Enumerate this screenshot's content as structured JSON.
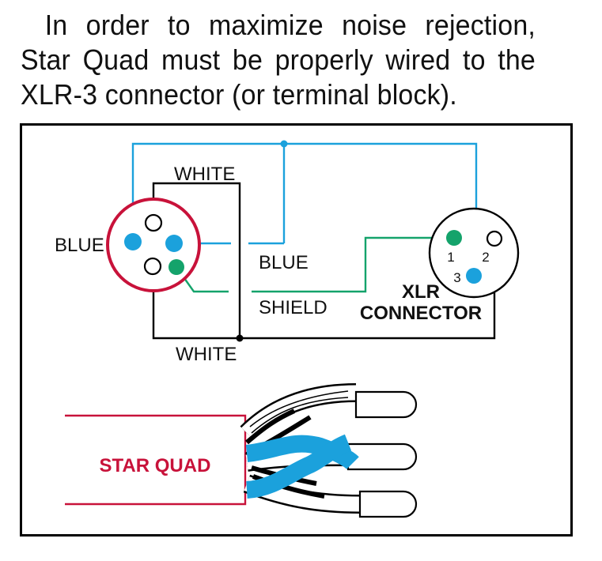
{
  "intro_text": "In order to maximize noise rejection, Star Quad must be properly wired to the XLR-3 connector (or terminal block).",
  "labels": {
    "white_top": "WHITE",
    "white_bottom": "WHITE",
    "blue_left": "BLUE",
    "blue_mid": "BLUE",
    "shield": "SHIELD",
    "xlr_line1": "XLR",
    "xlr_line2": "CONNECTOR",
    "pin1": "1",
    "pin2": "2",
    "pin3": "3",
    "cable": "STAR QUAD"
  },
  "colors": {
    "blue": "#1ba1dc",
    "green": "#14a36b",
    "red": "#c8123a",
    "black": "#000000"
  }
}
